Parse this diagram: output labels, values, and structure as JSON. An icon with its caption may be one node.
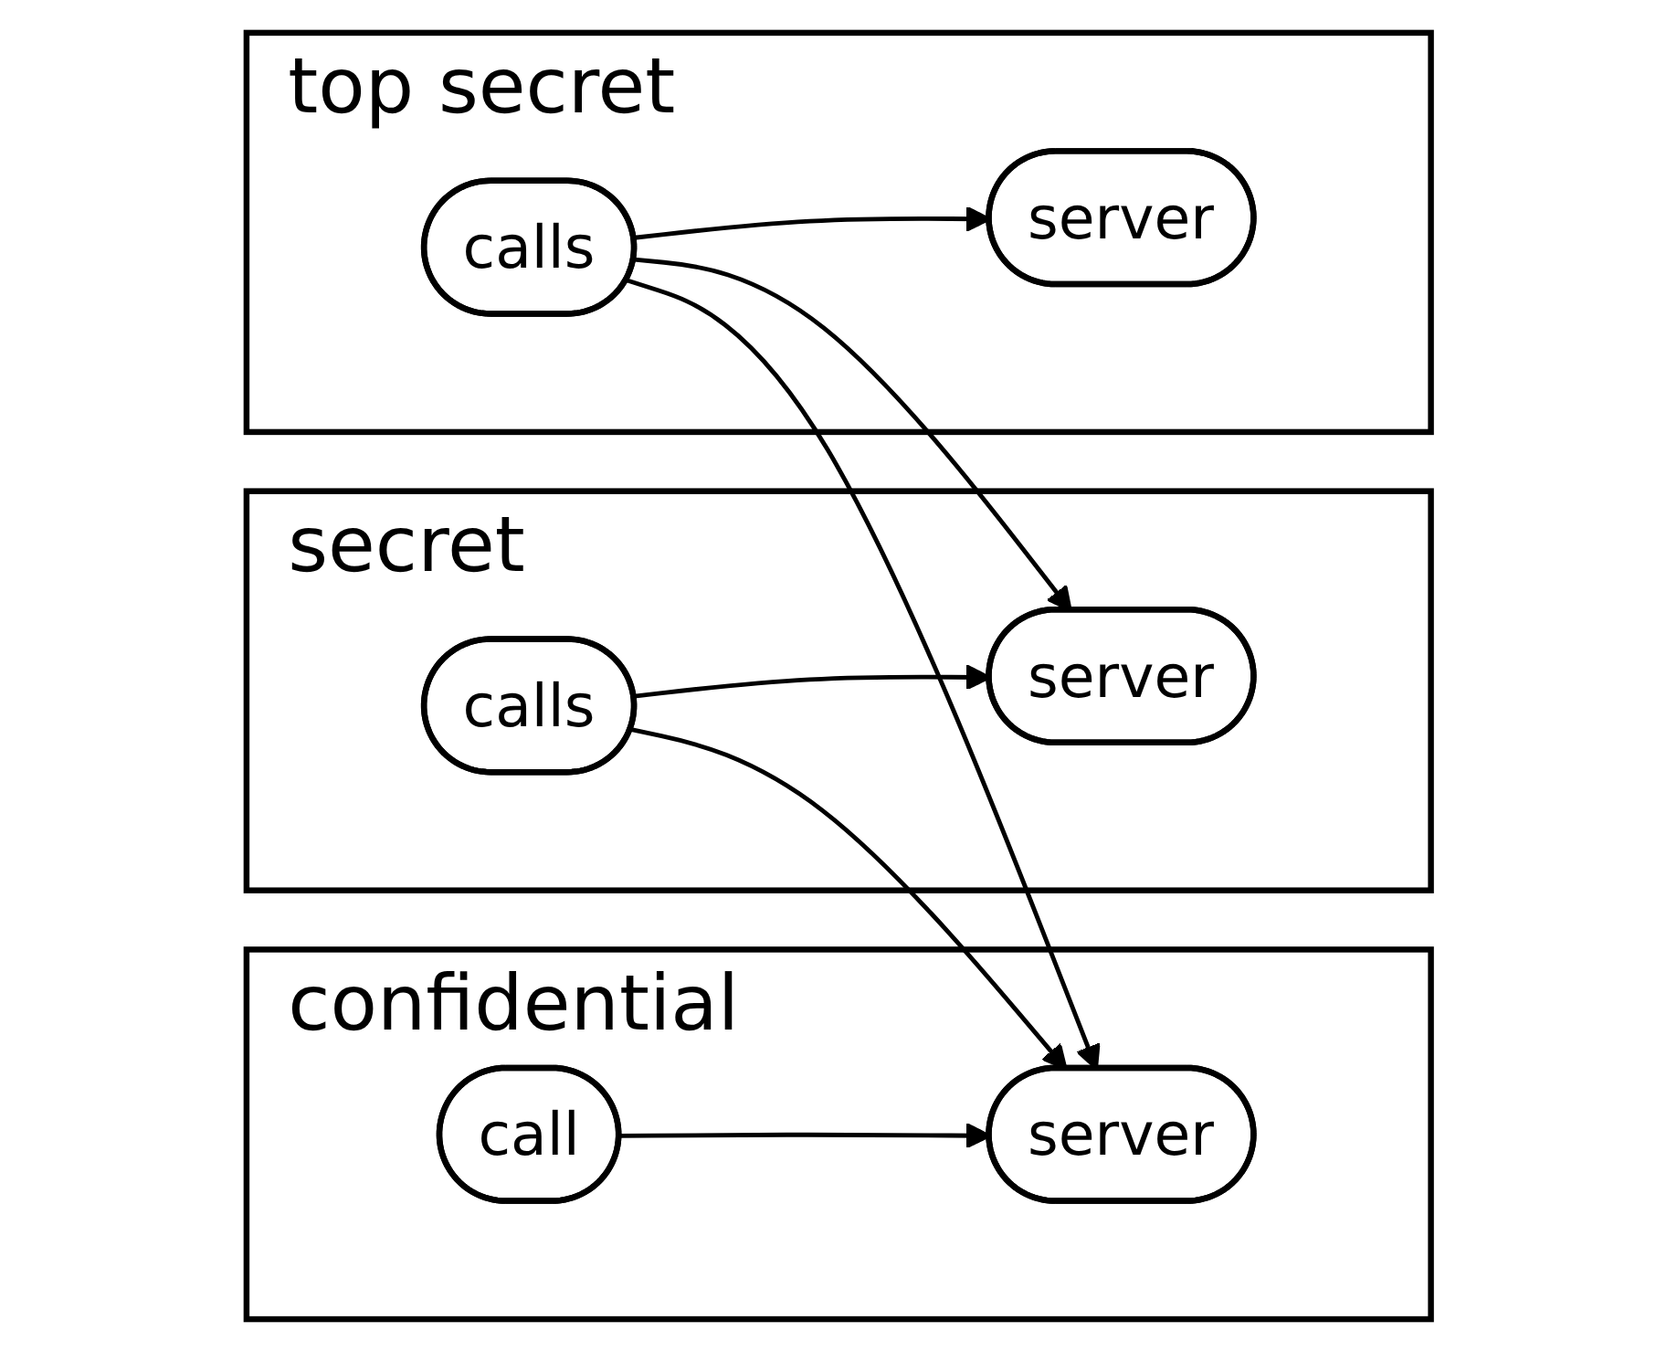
{
  "diagram": {
    "nodes": [
      {
        "text": [
          "top secret"
        ]
      },
      {
        "text": [
          "calls"
        ],
        "in": 0
      },
      {
        "text": [
          "server"
        ],
        "in": 0
      },
      {
        "text": [
          "secret"
        ]
      },
      {
        "text": [
          "calls"
        ],
        "in": 3
      },
      {
        "text": [
          "server"
        ],
        "in": 3
      },
      {
        "text": [
          "confidential"
        ]
      },
      {
        "text": [
          "call"
        ],
        "in": 6
      },
      {
        "text": [
          "server"
        ],
        "in": 6
      }
    ],
    "edges": [
      {
        "from": 1,
        "to": 2,
        "arrow": "to"
      },
      {
        "from": 1,
        "to": 5,
        "arrow": "to"
      },
      {
        "from": 1,
        "to": 8,
        "arrow": "to"
      },
      {
        "from": 4,
        "to": 5,
        "arrow": "to"
      },
      {
        "from": 4,
        "to": 8,
        "arrow": "to"
      },
      {
        "from": 7,
        "to": 8,
        "arrow": "to"
      }
    ]
  }
}
